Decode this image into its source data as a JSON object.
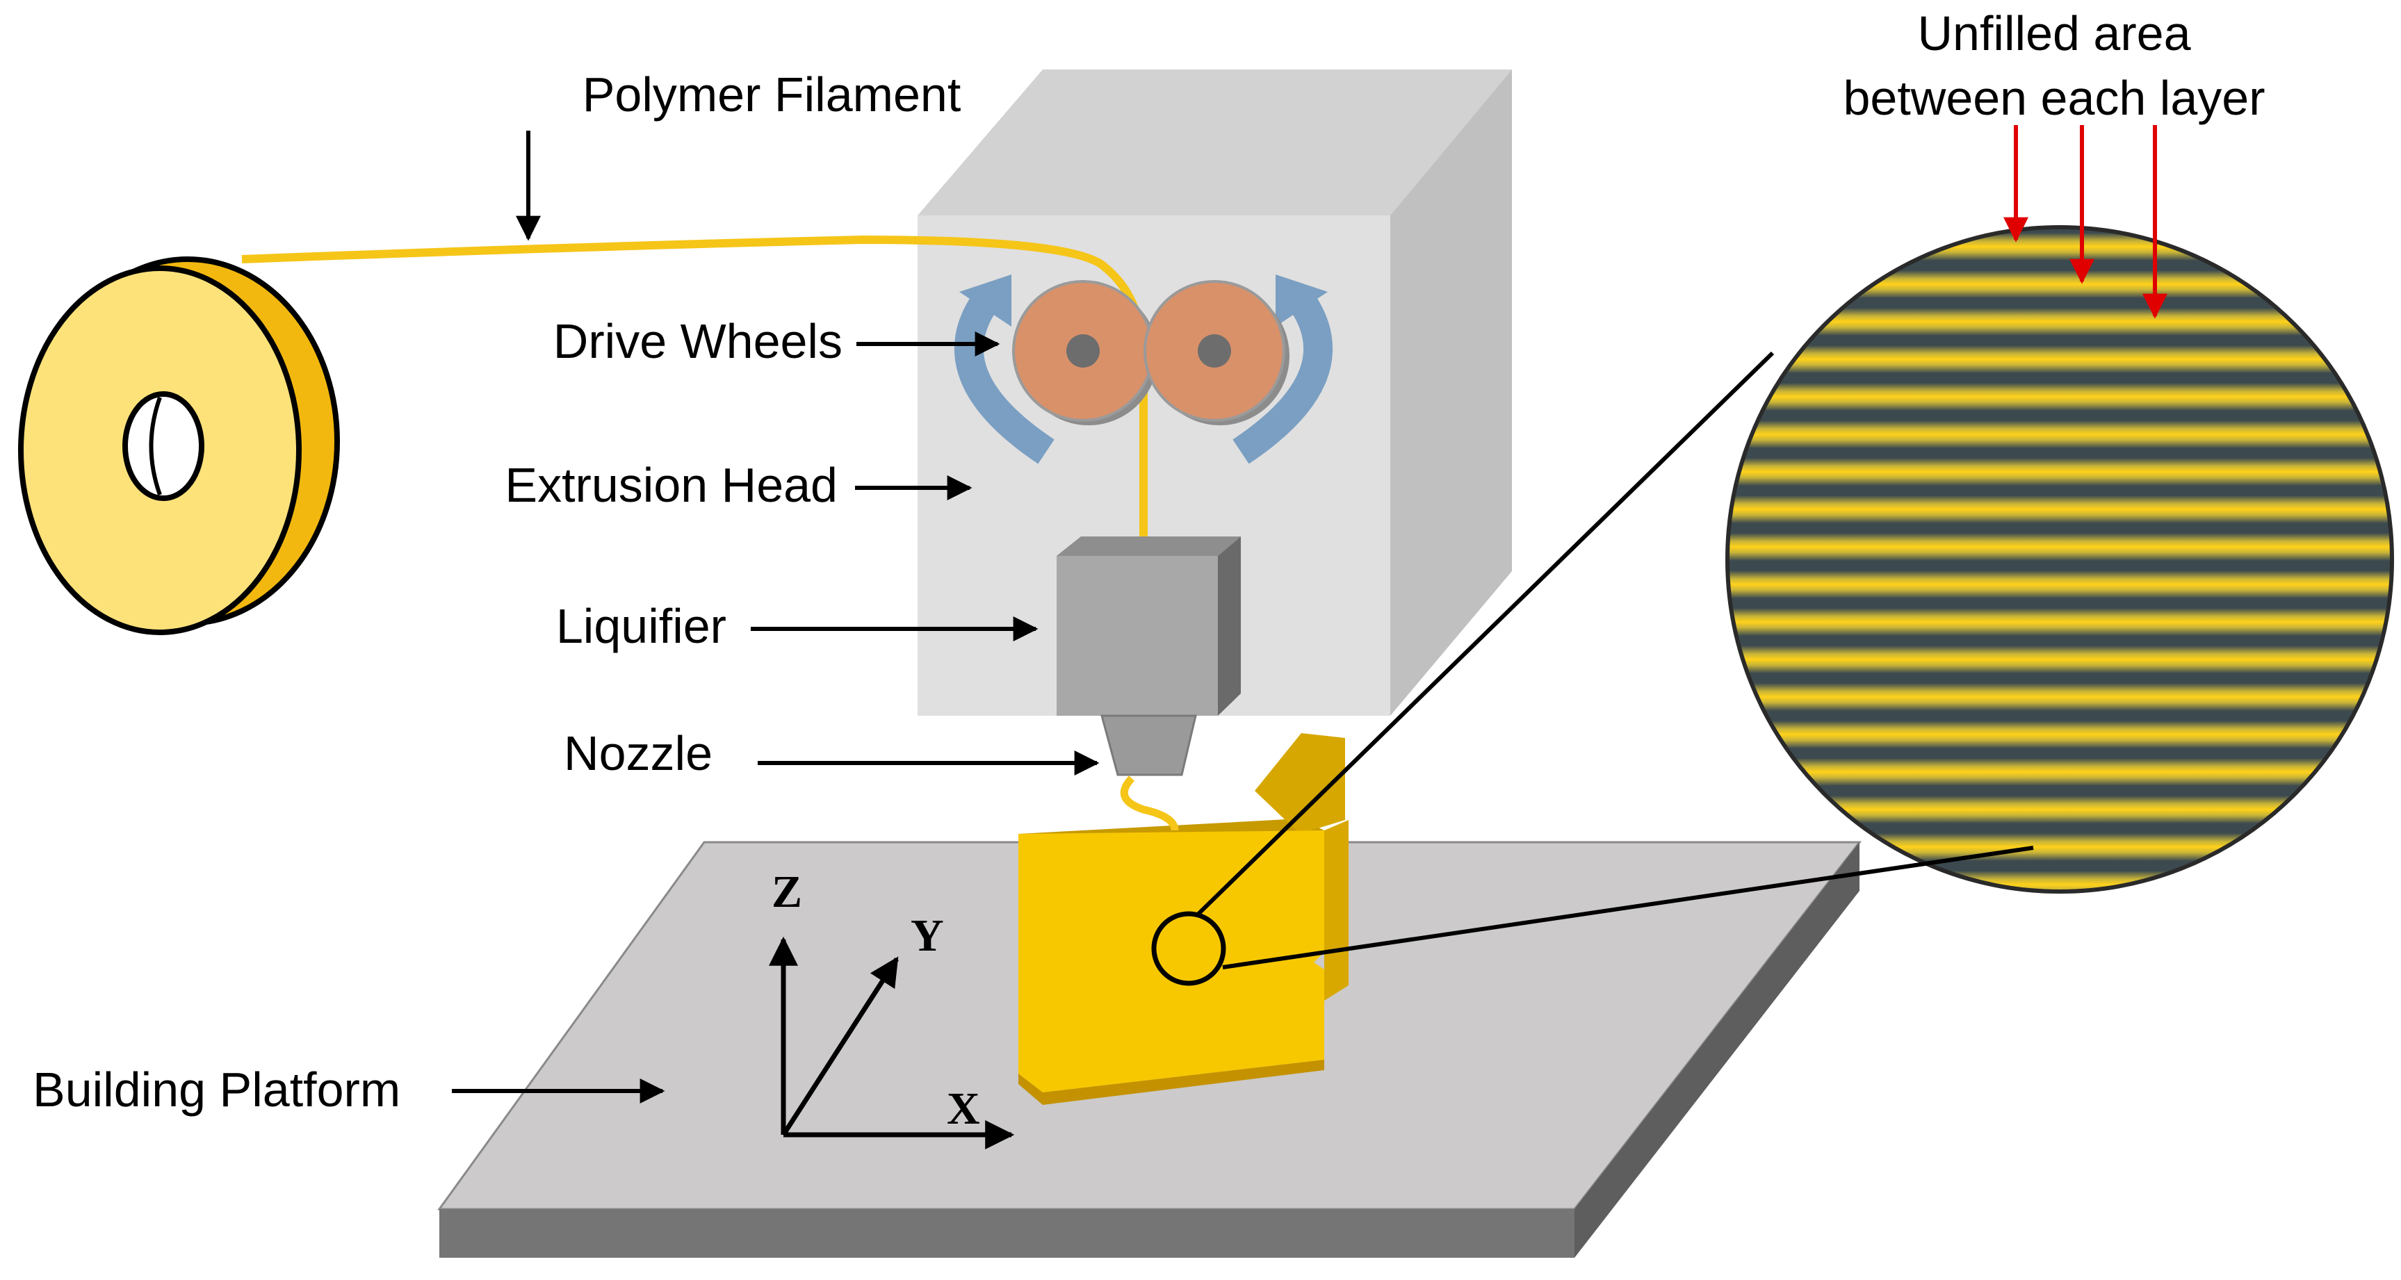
{
  "labels": {
    "polymer_filament": "Polymer Filament",
    "drive_wheels": "Drive Wheels",
    "extrusion_head": "Extrusion Head",
    "liquifier": "Liquifier",
    "nozzle": "Nozzle",
    "building_platform": "Building Platform",
    "unfilled_line1": "Unfilled area",
    "unfilled_line2": "between each layer"
  },
  "axes": {
    "z": "Z",
    "y": "Y",
    "x": "X"
  },
  "colors": {
    "filament": "#f5c518",
    "spool_face": "#fde27a",
    "spool_rim": "#f2b80f",
    "head_front": "#e0e0e0",
    "head_side": "#c4c4c4",
    "head_top": "#d2d2d2",
    "wheel": "#d9916a",
    "wheel_hub": "#6d6d6d",
    "rotation_arrow": "#7a9fc2",
    "liquifier_front": "#a8a8a8",
    "liquifier_side": "#7d7d7d",
    "platform_top": "#cccaca",
    "platform_edge": "#6f6f6f",
    "part_front": "#f7c800",
    "part_side": "#d8a800",
    "layer_yellow": "#ffd21a",
    "layer_gap": "#3c4a4f",
    "red_arrow": "#e00000"
  }
}
